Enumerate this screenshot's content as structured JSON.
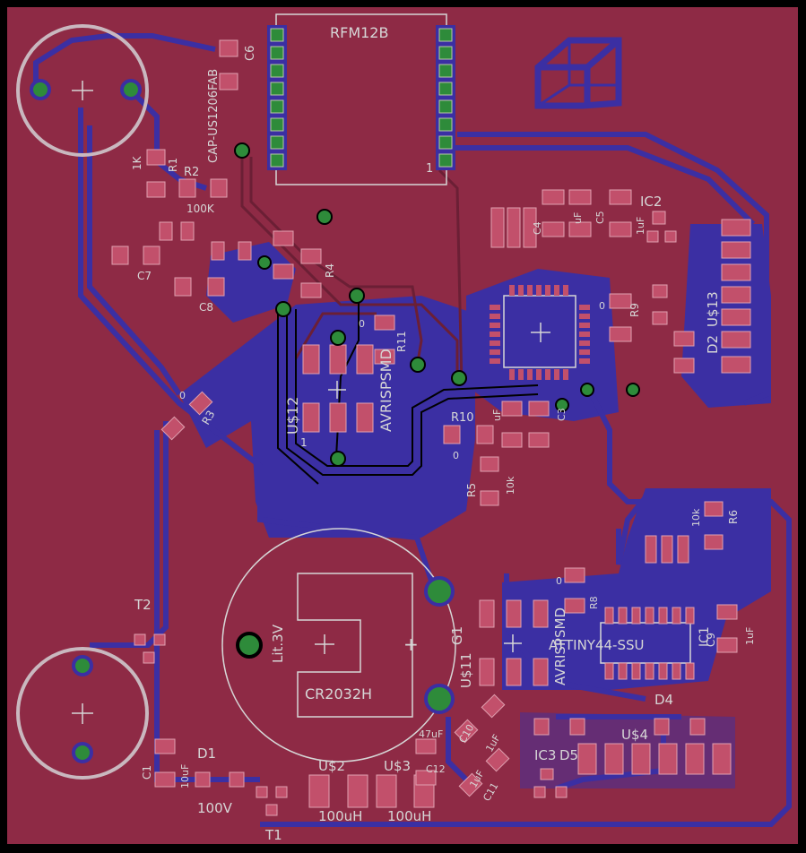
{
  "colors": {
    "board_edge": "#000000",
    "copper_top": "#8e2a45",
    "copper_bottom": "#3b2fa3",
    "silkscreen": "#d6d6d6",
    "pad_red": "#c2506b",
    "via_green": "#2e8b3a",
    "mounting_hole": "#c9b8bf"
  },
  "labels": {
    "rfm": "RFM12B",
    "rfm_pin": "1",
    "cap_fab": "CAP-US1206FAB",
    "c6": "C6",
    "r1_val": "1K",
    "r1": "R1",
    "r2": "R2",
    "r2_val": "100K",
    "c7": "C7",
    "c8": "C8",
    "r4": "R4",
    "r3": "R3",
    "r3_val": "0",
    "ic2": "IC2",
    "c4": "C4",
    "c_uf1": "uF",
    "c5": "C5",
    "c_uf2": "1uF",
    "u13": "U$13",
    "d2": "D2",
    "r9": "R9",
    "r9_val": "0",
    "r11": "R11",
    "r11_val": "0",
    "u12": "U$12",
    "avrisp1": "AVRISPSMD",
    "u12_one": "1",
    "r10": "R10",
    "r10_val": "0",
    "c_uf3": "uF",
    "c3": "C3",
    "r5": "R5",
    "r5_val": "10k",
    "r6": "R6",
    "r6_val": "10k",
    "t2": "T2",
    "lit": "Lit.3V",
    "plus": "+",
    "cr": "CR2032H",
    "g1": "G1",
    "u11": "U$11",
    "avrisp2": "AVRISPSMD",
    "attiny": "ATTINY44-SSU",
    "r8_val": "0",
    "r8": "R8",
    "ic1": "IC1",
    "c9": "C9",
    "c9_val": "1uF",
    "d4": "D4",
    "u4": "U$4",
    "ic3": "IC3",
    "d5": "D5",
    "c10": "C10",
    "c10_val": "1uF",
    "c11": "C11",
    "c11_val": "1uF",
    "c12": "C12",
    "c12_val": "47uF",
    "u2": "U$2",
    "u3": "U$3",
    "u2_val": "100uH",
    "u3_val": "100uH",
    "c1": "C1",
    "c1_val": "10uF",
    "d1": "D1",
    "d1_val": "100V",
    "t1": "T1"
  }
}
